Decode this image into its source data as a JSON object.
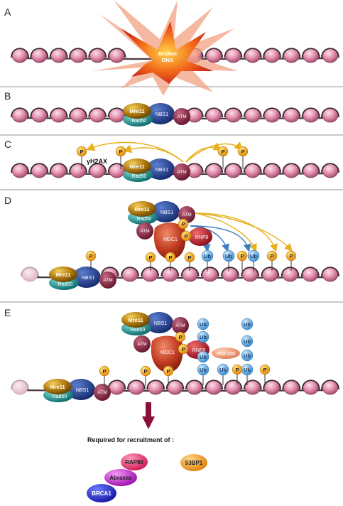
{
  "panels": {
    "A": {
      "letter": "A",
      "broken": "Broken DNA"
    },
    "B": {
      "letter": "B"
    },
    "C": {
      "letter": "C",
      "h2ax": "γH2AX"
    },
    "D": {
      "letter": "D"
    },
    "E": {
      "letter": "E",
      "rnf168": "RNF168",
      "recruit": "Required for recruitment of :"
    }
  },
  "proteins": {
    "mre11": "Mre11",
    "rad50": "Rad50",
    "nbs1": "NBS1",
    "atm": "ATM",
    "mdc1": "MDC1",
    "rnf8": "RNF8",
    "p": "P",
    "ub": "Ub",
    "rap80": "RAP80",
    "abraxas": "Abraxas",
    "brca1": "BRCA1",
    "bp53": "53BP1"
  },
  "colors": {
    "nucleosome": "#e08aa8",
    "mre11": "#b07a10",
    "rad50": "#1aa3a0",
    "nbs1": "#1f3f8a",
    "atm": "#8a2a45",
    "mdc1": "#c0391f",
    "rnf8": "#c4182d",
    "p": "#f2a71a",
    "ub": "#6ab0e6",
    "arrow_yellow": "#e8b01c",
    "arrow_blue": "#3d7ec0",
    "arrow_down": "#8c0f3a"
  }
}
